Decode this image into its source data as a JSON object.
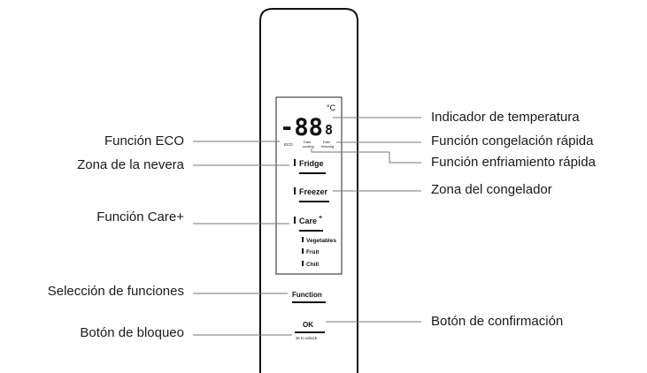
{
  "display": {
    "unit": "°C",
    "temp_main": "-88",
    "temp_decimal": "8",
    "eco": "ECO",
    "fast_cooling_1": "Fast",
    "fast_cooling_2": "cooling",
    "fast_freezing_1": "Fast",
    "fast_freezing_2": "freezing",
    "fridge": "Fridge",
    "freezer": "Freezer",
    "care": "Care",
    "care_plus": "+",
    "vegetables": "Vegetables",
    "fruit": "Fruit",
    "chill": "Chill"
  },
  "buttons": {
    "function": "Function",
    "ok": "OK",
    "unlock_hint": "3s to unlock"
  },
  "callouts_left": {
    "eco": "Función ECO",
    "fridge_zone": "Zona de la nevera",
    "care": "Función Care+",
    "function_select": "Selección de funciones",
    "lock": "Botón de bloqueo"
  },
  "callouts_right": {
    "temp_indicator": "Indicador de temperatura",
    "fast_freeze": "Función congelación rápida",
    "fast_cool": "Función enfriamiento rápida",
    "freezer_zone": "Zona del congelador",
    "confirm": "Botón de confirmación"
  }
}
